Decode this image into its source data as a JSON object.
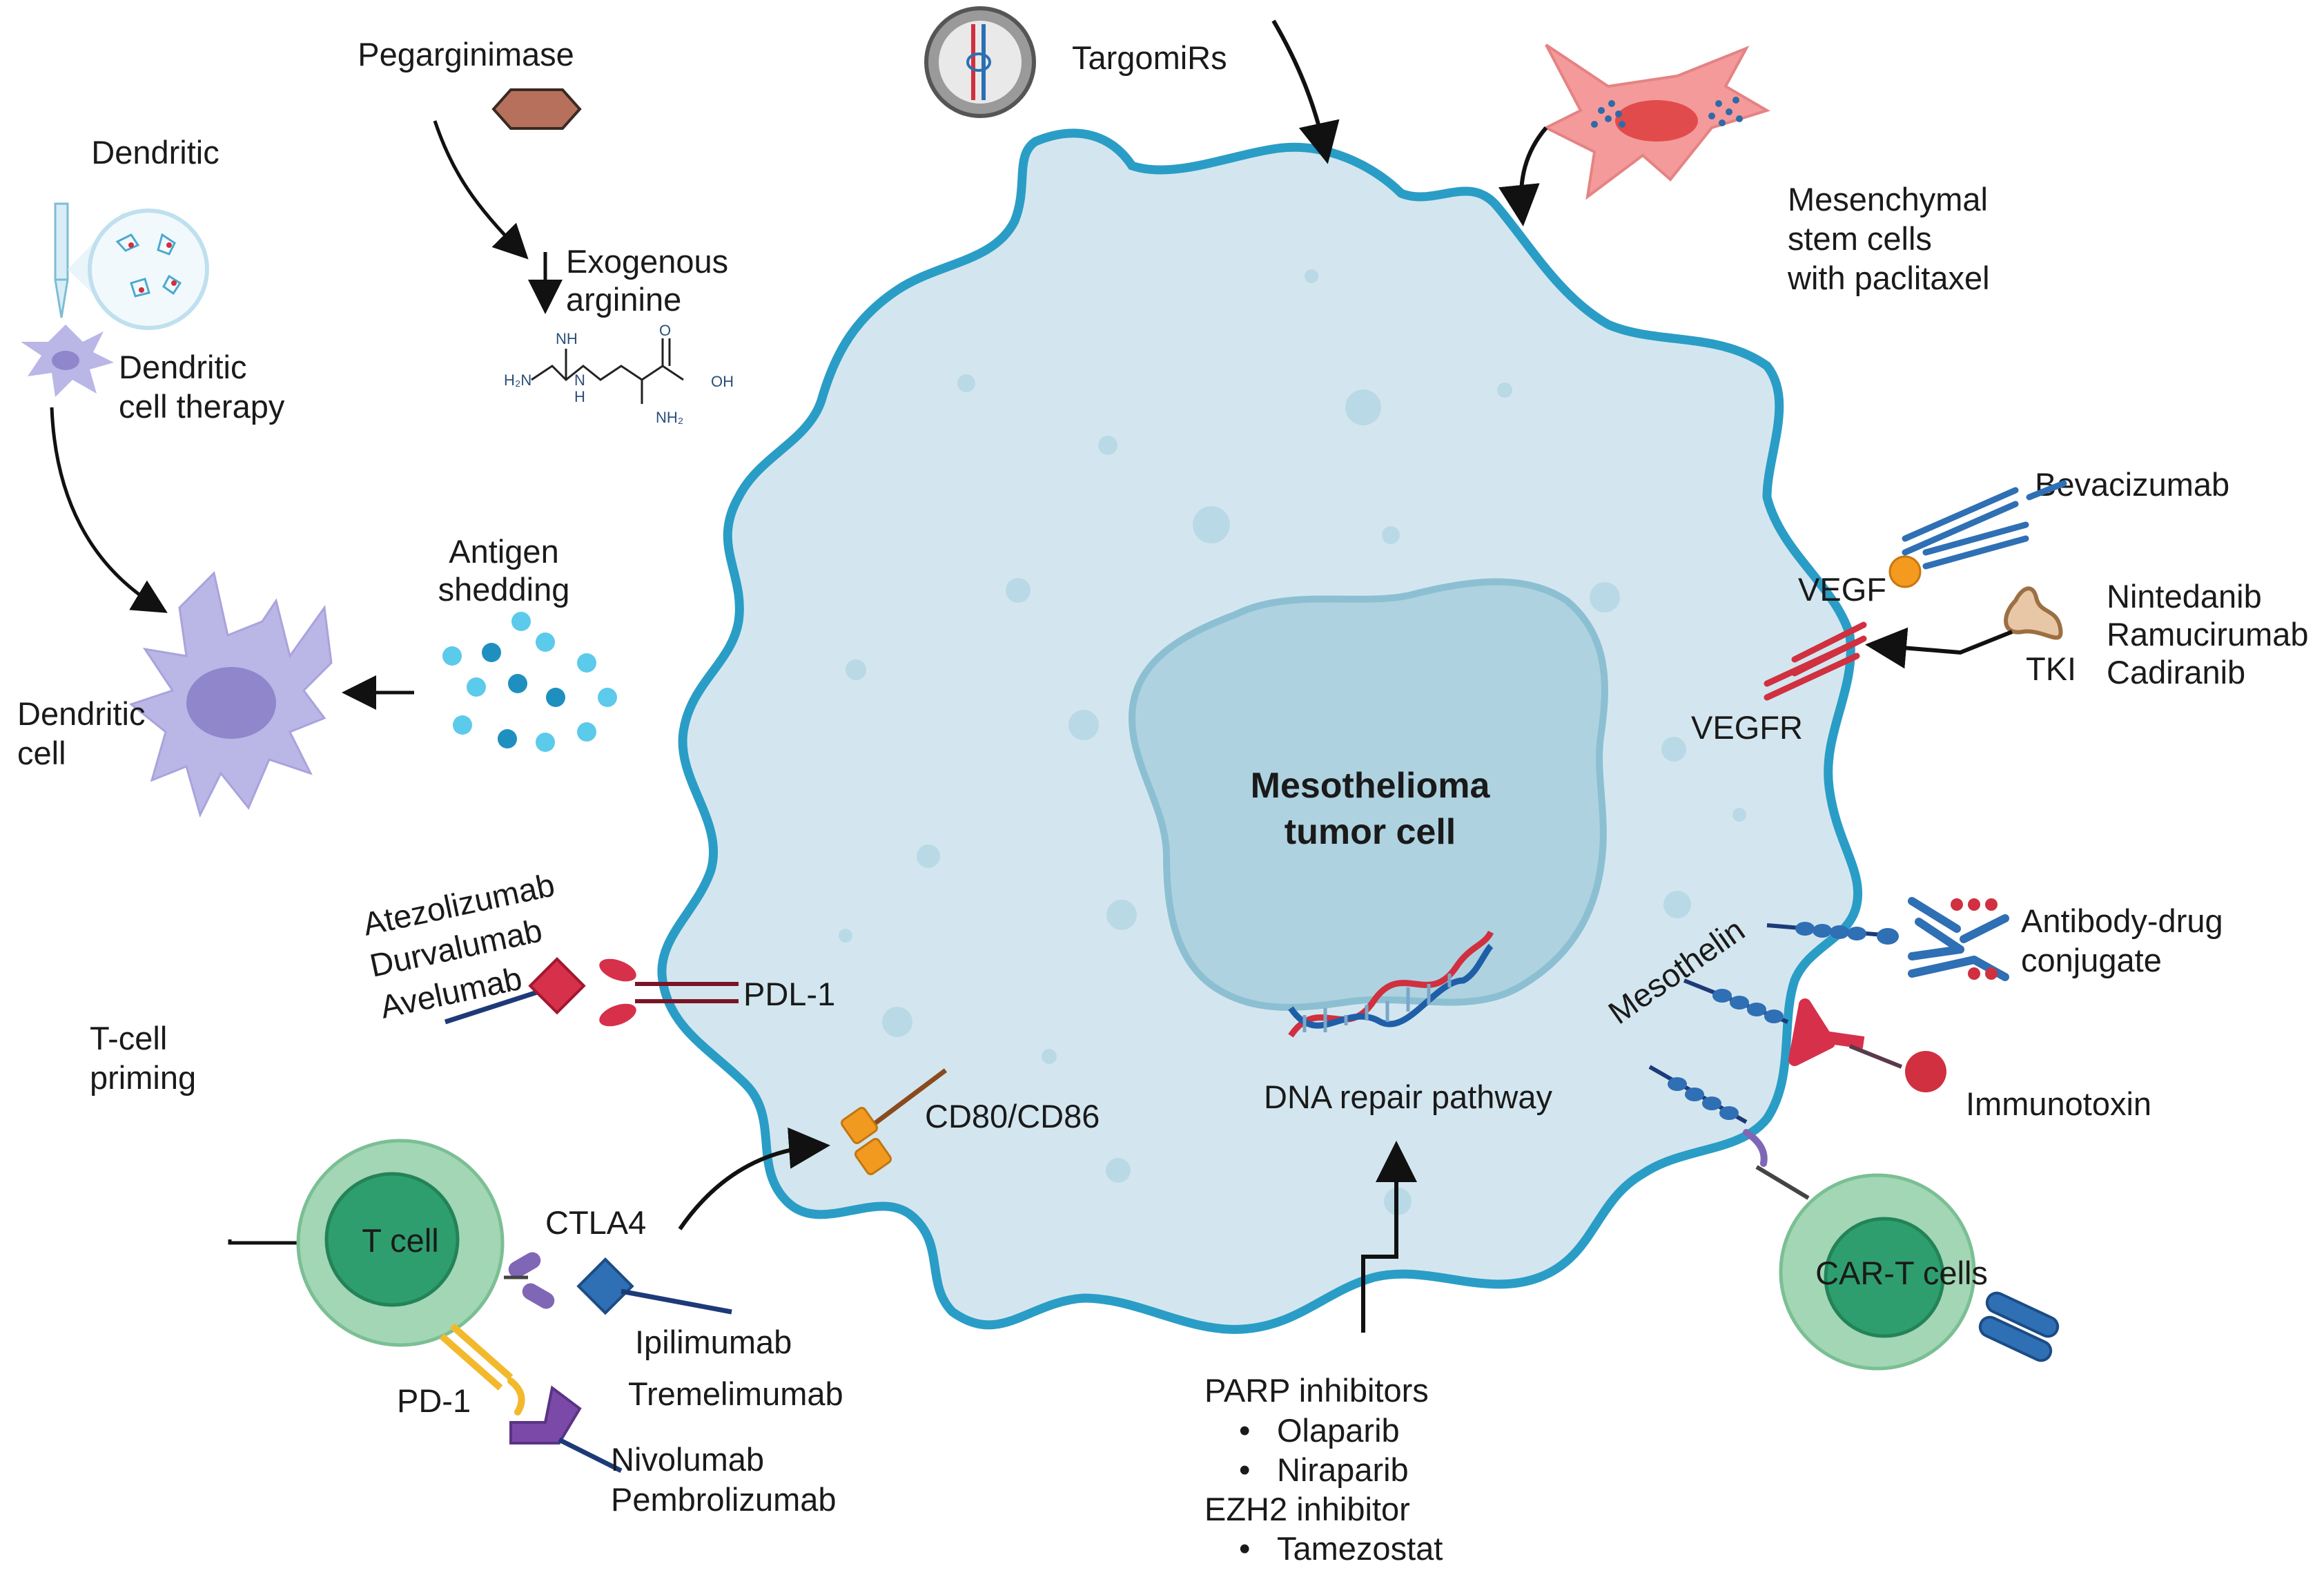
{
  "labels": {
    "pegarginimase": "Pegarginimase",
    "targomirs": "TargomiRs",
    "dendritic_top": "Dendritic",
    "dendritic_therapy_1": "Dendritic",
    "dendritic_therapy_2": "cell therapy",
    "exogenous_1": "Exogenous",
    "exogenous_2": "arginine",
    "msc_1": "Mesenchymal",
    "msc_2": "stem cells",
    "msc_3": "with paclitaxel",
    "antigen_1": "Antigen",
    "antigen_2": "shedding",
    "dendritic_cell_1": "Dendritic",
    "dendritic_cell_2": "cell",
    "bevacizumab": "Bevacizumab",
    "vegf": "VEGF",
    "vegfr": "VEGFR",
    "tki": "TKI",
    "nintedanib": "Nintedanib",
    "ramucirumab": "Ramucirumab",
    "cadiranib": "Cadiranib",
    "tumor_1": "Mesothelioma",
    "tumor_2": "tumor cell",
    "atezolizumab": "Atezolizumab",
    "durvalumab": "Durvalumab",
    "avelumab": "Avelumab",
    "pdl1": "PDL-1",
    "tcell_priming_1": "T-cell",
    "tcell_priming_2": "priming",
    "mesothelin": "Mesothelin",
    "adc_1": "Antibody-drug",
    "adc_2": "conjugate",
    "immunotoxin": "Immunotoxin",
    "dna_repair": "DNA repair pathway",
    "cd80": "CD80/CD86",
    "ctla4": "CTLA4",
    "tcell": "T cell",
    "cart": "CAR-T cells",
    "ipilimumab": "Ipilimumab",
    "tremelimumab": "Tremelimumab",
    "pd1": "PD-1",
    "nivolumab": "Nivolumab",
    "pembrolizumab": "Pembrolizumab",
    "parp": "PARP inhibitors",
    "olaparib": "Olaparib",
    "niraparib": "Niraparib",
    "ezh2": "EZH2 inhibitor",
    "tamezostat": "Tamezostat",
    "bullet": "•"
  },
  "chemistry": {
    "h2n": "H₂N",
    "nh_top": "NH",
    "h_left": "H",
    "n_left": "N",
    "o": "O",
    "oh": "OH",
    "nh2": "NH₂"
  },
  "colors": {
    "membrane": "#2a9dc6",
    "cytoplasm": "#d3e6ef",
    "nucleus": "#aed2df",
    "nucleus_border": "#8cbfd2",
    "vesicle": "#b9d9e6",
    "dendritic": "#bab6e6",
    "dendritic_nucleus": "#8f86cc",
    "tcell_outer": "#a3d6b4",
    "tcell_inner": "#2f9e6e",
    "msc": "#f49a9a",
    "antigen": "#3dbbe0",
    "antibody_blue": "#2f6fb4",
    "receptor_red": "#d0303f",
    "ctla4_purple": "#8067b5",
    "pd1_yellow": "#f3b92c",
    "cd80_orange": "#f29a1f",
    "pegarginimase": "#b7705c",
    "tki": "#e8c7a6"
  }
}
